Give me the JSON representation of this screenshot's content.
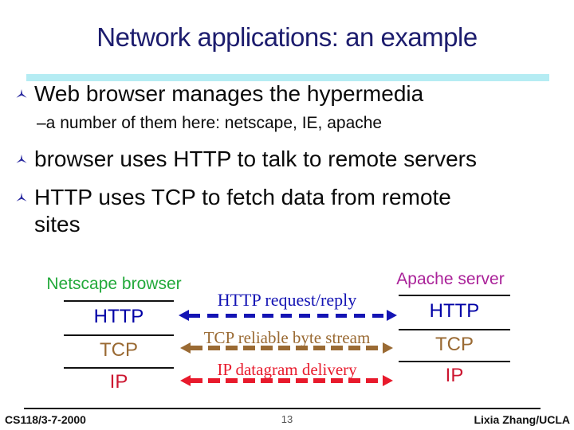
{
  "title": "Network applications: an example",
  "bullets": [
    {
      "text": "Web browser manages the hypermedia",
      "sub": "–a number of them here: netscape, IE, apache"
    },
    {
      "text": "browser uses HTTP to talk to remote servers"
    },
    {
      "lines": [
        "HTTP uses TCP to fetch data from remote",
        "sites"
      ]
    }
  ],
  "diagram": {
    "left_stack": {
      "title": "Netscape browser",
      "layers": [
        "HTTP",
        "TCP",
        "IP"
      ]
    },
    "right_stack": {
      "title": "Apache server",
      "layers": [
        "HTTP",
        "TCP",
        "IP"
      ]
    },
    "arrows": [
      {
        "label": "HTTP request/reply"
      },
      {
        "label": "TCP reliable byte stream"
      },
      {
        "label": "IP datagram delivery"
      }
    ]
  },
  "footer": {
    "left": "CS118/3-7-2000",
    "page": "13",
    "right": "Lixia Zhang/UCLA"
  },
  "icons": {
    "bullet": "three-point-star"
  },
  "colors": {
    "title": "#1d1d6e",
    "bar": "#b5ecf3",
    "bullet": "#2a2aa0",
    "text": "#0a0a0a",
    "green": "#22a93a",
    "magenta": "#aa2299",
    "http": "#0000a6",
    "tcp": "#9a6a33",
    "ip": "#cc1630",
    "arrow_blue": "#1414b4",
    "arrow_brown": "#9a6a33",
    "arrow_red": "#e81a2c",
    "footer": "#111111",
    "page_num": "#555555"
  }
}
